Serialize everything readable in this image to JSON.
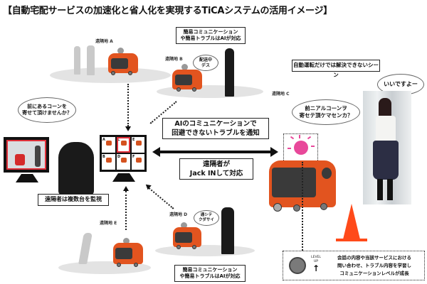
{
  "title": "【自動宅配サービスの加速化と省人化を実現するTiCAシステムの活用イメージ】",
  "locations": {
    "a": "遠隔地 A",
    "b": "遠隔地 B",
    "c": "遠隔地 C",
    "d": "遠隔地 D",
    "e": "遠隔地 E"
  },
  "boxes": {
    "ai_simple_top": [
      "簡易コミュニケーション",
      "や簡易トラブルはAIが対応"
    ],
    "ai_simple_bottom": [
      "簡易コミュニケーション",
      "や簡易トラブルはAIが対応"
    ],
    "autonomous_limit": "自動運転だけでは解決できないシーン",
    "notify": [
      "AIのコミュニケーションで",
      "回避できないトラブルを通知"
    ],
    "jack_in": [
      "遠隔者が",
      "Jack INして対応"
    ],
    "monitor_multi": "遠隔者は複数台を監視",
    "level_up": [
      "会話の内容や当該サービスにおける",
      "問い合わせ、トラブル内容を学習し",
      "コミュニケーションレベルが成長"
    ],
    "level_up_tag": [
      "LEVEL",
      "UP"
    ]
  },
  "bubbles": {
    "b_robot": [
      "配送中",
      "デス"
    ],
    "d_robot": [
      "通シテ",
      "クダサイ"
    ],
    "operator": [
      "前にあるコーンを",
      "寄せて頂けませんか？"
    ],
    "robot_c": [
      "前ニアルコーンヲ",
      "寄セテ頂ケマセンカ？"
    ],
    "pedestrian_c": "いいですよー"
  },
  "monitor_grid": {
    "cells": [
      "A",
      "C",
      "E",
      "B",
      "D",
      "F"
    ],
    "selected": "C"
  },
  "colors": {
    "robot_orange": "#e2541f",
    "highlight_red": "#e0303a",
    "alert_pink": "#e8489a",
    "cone_orange": "#ff4a1a"
  }
}
